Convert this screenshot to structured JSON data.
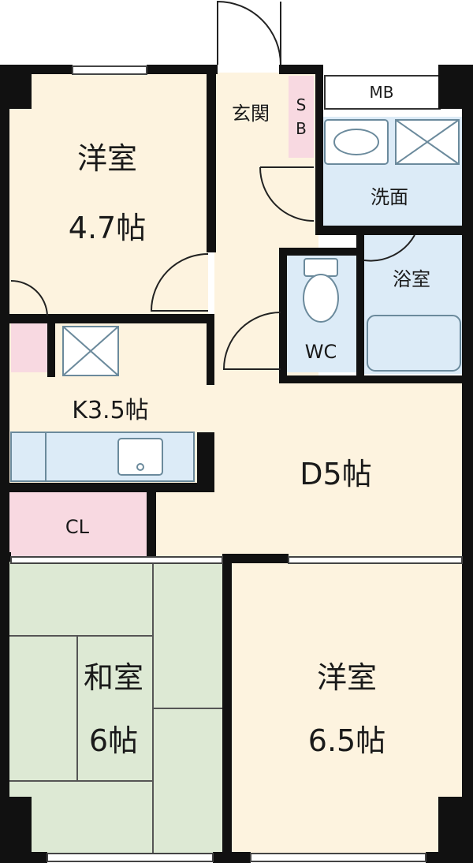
{
  "colors": {
    "western_room": "#fdf3df",
    "washitsu": "#dde9d4",
    "wet_area": "#dcebf7",
    "storage": "#f8d9e1",
    "corridor": "#fdf3df",
    "wall": "#111111",
    "fixture_line": "#6b8a9c"
  },
  "rooms": {
    "western_1": {
      "name": "洋室",
      "size": "4.7帖"
    },
    "entrance": {
      "name": "玄関"
    },
    "shoe_box": {
      "top": "S",
      "bottom": "B"
    },
    "meter_box": {
      "name": "MB"
    },
    "washroom": {
      "name": "洗面"
    },
    "bathroom": {
      "name": "浴室"
    },
    "toilet": {
      "name": "WC"
    },
    "kitchen": {
      "name": "K3.5帖"
    },
    "dining": {
      "name": "D5帖"
    },
    "closet": {
      "name": "CL"
    },
    "washitsu": {
      "name": "和室",
      "size": "6帖"
    },
    "western_2": {
      "name": "洋室",
      "size": "6.5帖"
    }
  },
  "icons": [
    "door-swing-icon",
    "sink-icon",
    "washer-pan-icon",
    "toilet-icon",
    "bathtub-icon",
    "stove-icon"
  ]
}
